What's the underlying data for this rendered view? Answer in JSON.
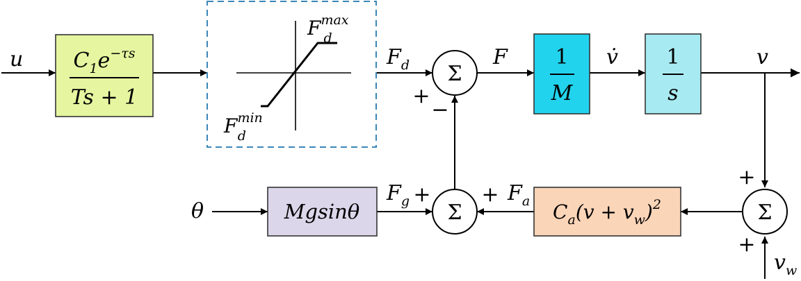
{
  "signals": {
    "u": "u",
    "theta": "θ",
    "v_w": "v",
    "v_w_sub": "w",
    "F_d": "F",
    "F_d_sub": "d",
    "F": "F",
    "v_dot": "v̇",
    "v": "v",
    "F_g": "F",
    "F_g_sub": "g",
    "F_a": "F",
    "F_a_sub": "a"
  },
  "blocks": {
    "actuator": {
      "num_C": "C",
      "num_C_sub": "1",
      "num_e": "e",
      "num_exp": "−τs",
      "den": "Ts + 1",
      "color": "#e6f5a0"
    },
    "saturation": {
      "max_F": "F",
      "max_sub": "d",
      "max_sup": "max",
      "min_F": "F",
      "min_sub": "d",
      "min_sup": "min",
      "border_color": "#3a86b8"
    },
    "inertia": {
      "num": "1",
      "den": "M",
      "color": "#22d3ee"
    },
    "integrator": {
      "num": "1",
      "den": "s",
      "color": "#a8eaf2"
    },
    "gravity": {
      "text": "Mgsinθ",
      "color": "#dcd6ea"
    },
    "drag": {
      "C": "C",
      "C_sub": "a",
      "mid": "(v + v",
      "mid_sub": "w",
      "close": ")",
      "sup": "2",
      "color": "#fbd5b8"
    }
  },
  "summers": {
    "symbol": "Σ",
    "sum1_signs": [
      "+",
      "−"
    ],
    "sum2_signs": [
      "+",
      "+"
    ],
    "sum3_signs": [
      "+",
      "+"
    ]
  }
}
